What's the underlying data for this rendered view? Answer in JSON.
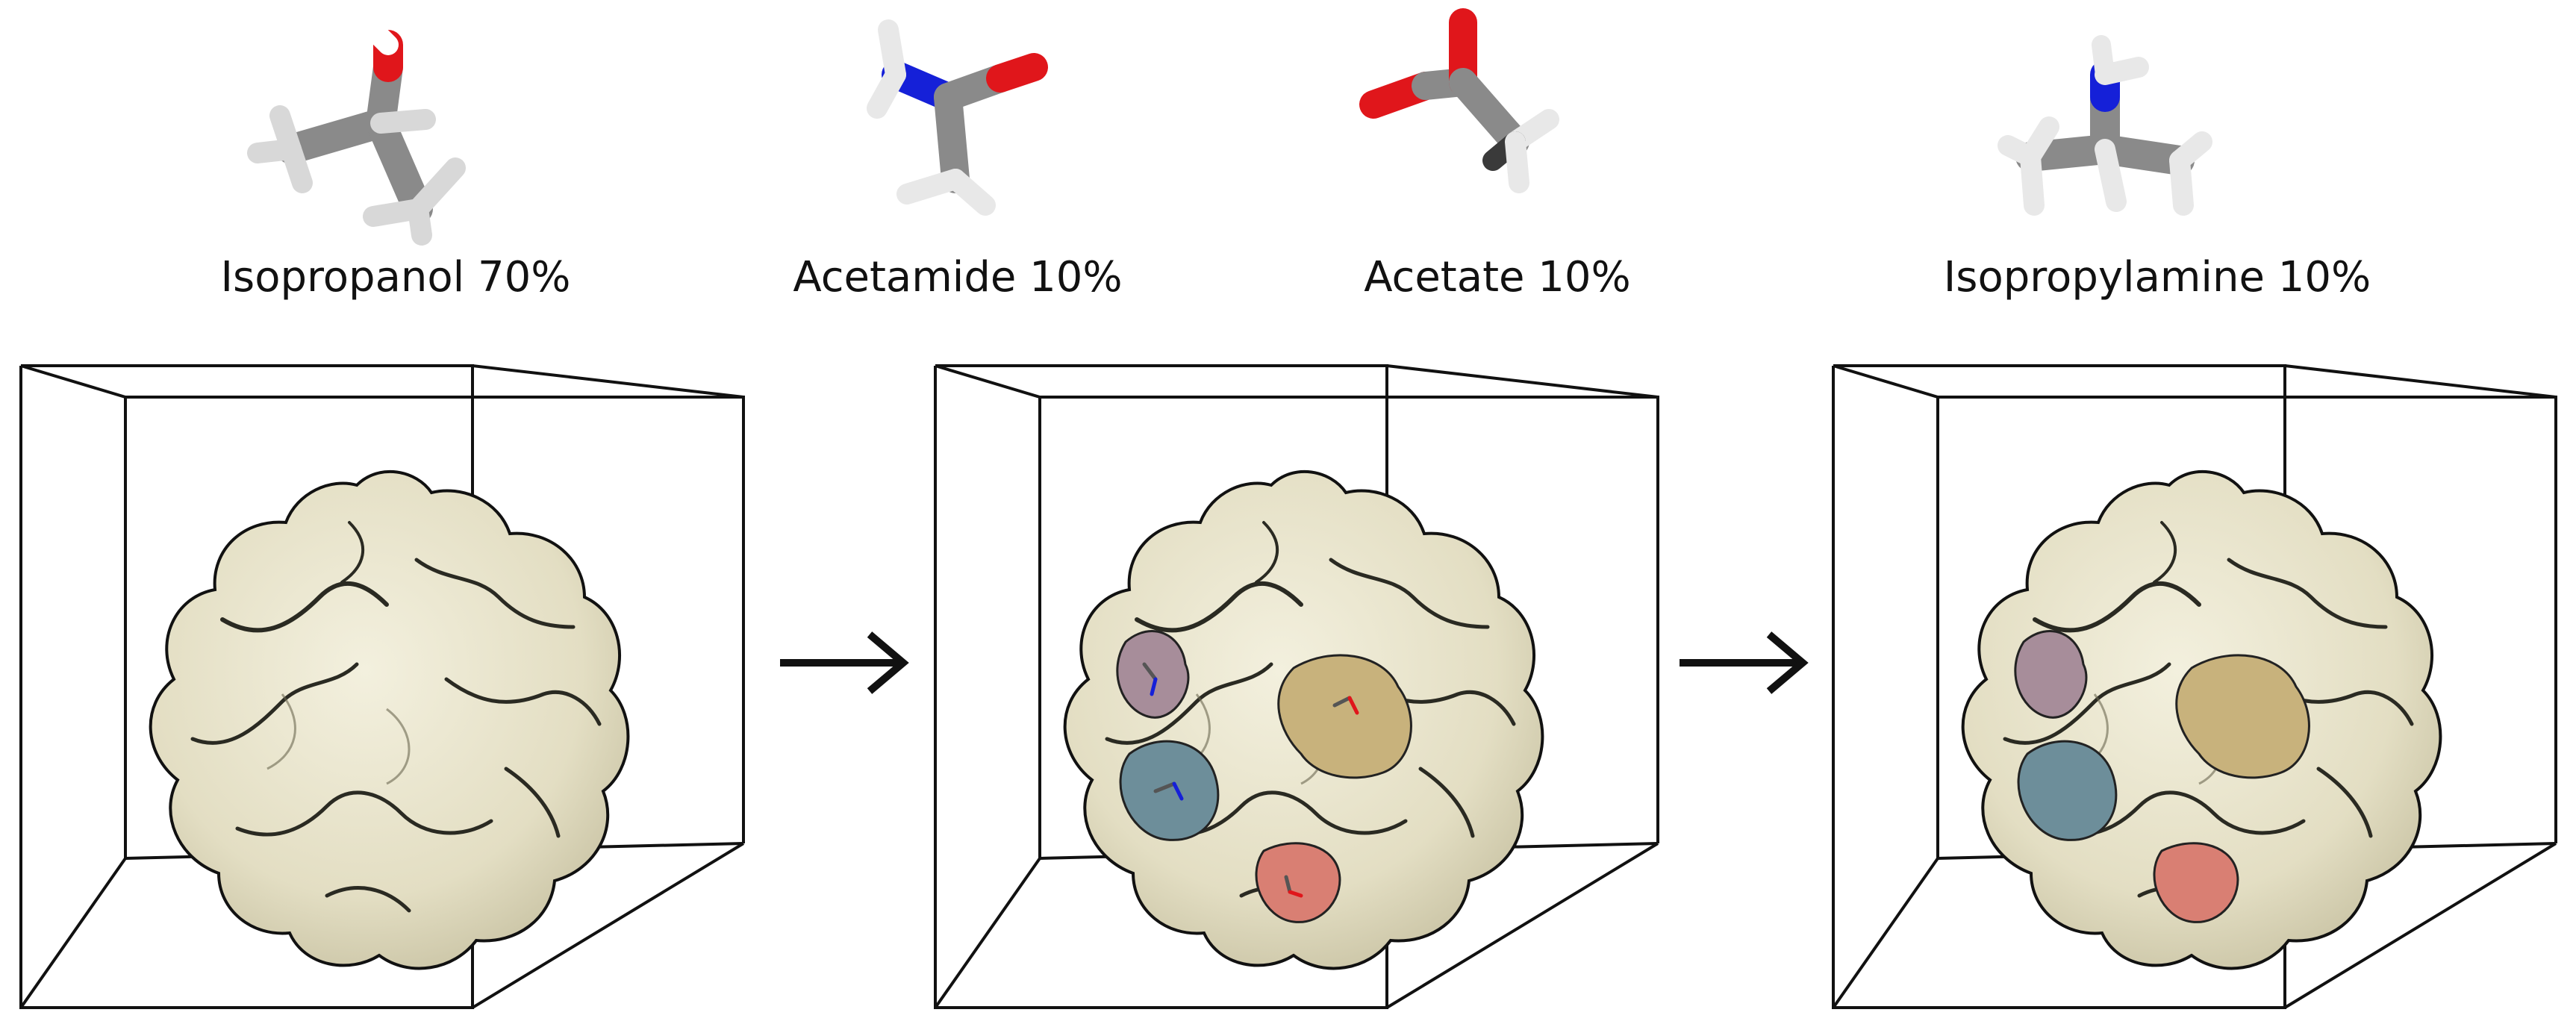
{
  "molecules": [
    {
      "label": "Isopropanol 70%",
      "icon": "isopropanol-molecule"
    },
    {
      "label": "Acetamide 10%",
      "icon": "acetamide-molecule"
    },
    {
      "label": "Acetate 10%",
      "icon": "acetate-molecule"
    },
    {
      "label": "Isopropylamine 10%",
      "icon": "isopropylamine-molecule"
    }
  ],
  "panels": [
    {
      "name": "protein-in-solvent-box",
      "hotspots": false
    },
    {
      "name": "protein-with-probe-hotspots",
      "hotspots": true
    },
    {
      "name": "protein-with-consensus-hotspots",
      "hotspots": true
    }
  ],
  "colors": {
    "carbon": "#7d7d7d",
    "hydrogen": "#e8e8e8",
    "oxygen": "#e0161b",
    "nitrogen": "#1520d8",
    "protein": "#eae6cf",
    "hotspot_purple": "#a78d9a",
    "hotspot_yellow": "#c8b27c",
    "hotspot_blue": "#6d8e9a",
    "hotspot_red": "#d97f73"
  }
}
